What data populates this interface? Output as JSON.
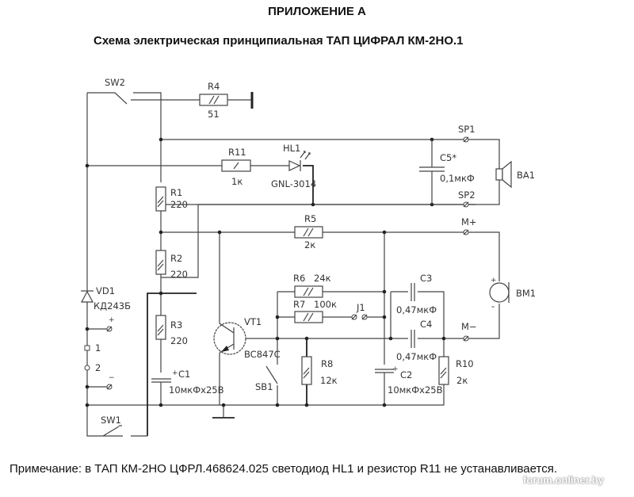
{
  "header": {
    "appendix": "ПРИЛОЖЕНИЕ А",
    "title": "Схема электрическая принципиальная ТАП ЦИФРАЛ КМ-2НО.1"
  },
  "note": "Примечание: в ТАП КМ-2НО ЦФРЛ.468624.025 светодиод HL1 и резистор R11 не устанавливается.",
  "watermark": "forum.onliner.by",
  "components": {
    "SW2": {
      "ref": "SW2"
    },
    "R4": {
      "ref": "R4",
      "value": "51"
    },
    "R11": {
      "ref": "R11",
      "value": "1к"
    },
    "HL1": {
      "ref": "HL1",
      "value": "GNL-3014"
    },
    "SP1": {
      "ref": "SP1"
    },
    "SP2": {
      "ref": "SP2"
    },
    "C5": {
      "ref": "C5*",
      "value": "0,1мкФ"
    },
    "BA1": {
      "ref": "BA1"
    },
    "R1": {
      "ref": "R1",
      "value": "220"
    },
    "R2": {
      "ref": "R2",
      "value": "220"
    },
    "R3": {
      "ref": "R3",
      "value": "220"
    },
    "R5": {
      "ref": "R5",
      "value": "2к"
    },
    "Mplus": {
      "ref": "M+"
    },
    "Mminus": {
      "ref": "M−"
    },
    "BM1": {
      "ref": "BM1",
      "plus": "+",
      "minus": "-"
    },
    "VD1": {
      "ref": "VD1",
      "value": "КД243Б"
    },
    "VT1": {
      "ref": "VT1",
      "value": "BC847C"
    },
    "R6": {
      "ref": "R6",
      "value": "24к"
    },
    "R7": {
      "ref": "R7",
      "value": "100к"
    },
    "J1": {
      "ref": "J1"
    },
    "C3": {
      "ref": "C3",
      "value": "0,47мкФ"
    },
    "C4": {
      "ref": "C4",
      "value": "0,47мкФ"
    },
    "R8": {
      "ref": "R8",
      "value": "12к"
    },
    "R10": {
      "ref": "R10",
      "value": "2к"
    },
    "C1": {
      "ref": "C1",
      "value": "10мкФх25В",
      "polarity": "+"
    },
    "C2": {
      "ref": "C2",
      "value": "10мкФх25В",
      "polarity": "+"
    },
    "SB1": {
      "ref": "SB1"
    },
    "SW1": {
      "ref": "SW1"
    },
    "terminals": {
      "t_plus": "+",
      "t1": "1",
      "t2": "2",
      "t_minus": "−"
    }
  }
}
